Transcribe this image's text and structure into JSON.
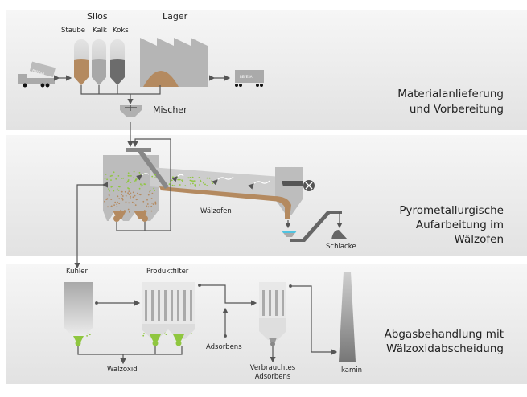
{
  "sections": [
    {
      "title_lines": [
        "Materialanlieferung",
        "und Vorbereitung"
      ]
    },
    {
      "title_lines": [
        "Pyrometallurgische",
        "Aufarbeitung im",
        "Wälzofen"
      ]
    },
    {
      "title_lines": [
        "Abgasbehandlung mit",
        "Wälzoxidabscheidung"
      ]
    }
  ],
  "labels": {
    "silos": "Silos",
    "staeube": "Stäube",
    "kalk": "Kalk",
    "koks": "Koks",
    "lager": "Lager",
    "mischer": "Mischer",
    "truck_brand": "BEFESA",
    "waelzofen": "Wälzofen",
    "schlacke": "Schlacke",
    "kuehler": "Kühler",
    "produktfilter": "Produktfilter",
    "adsorbens": "Adsorbens",
    "verbrauchtes_lines": [
      "Verbrauchtes",
      "Adsorbens"
    ],
    "waelzoxid": "Wälzoxid",
    "kamin": "kamin"
  },
  "colors": {
    "panel": "#ededed",
    "material_brown": "#b48a60",
    "zinc_green": "#8fc63f",
    "water_blue": "#4fc3e0",
    "equipment_gray": "#a9a9a9"
  }
}
